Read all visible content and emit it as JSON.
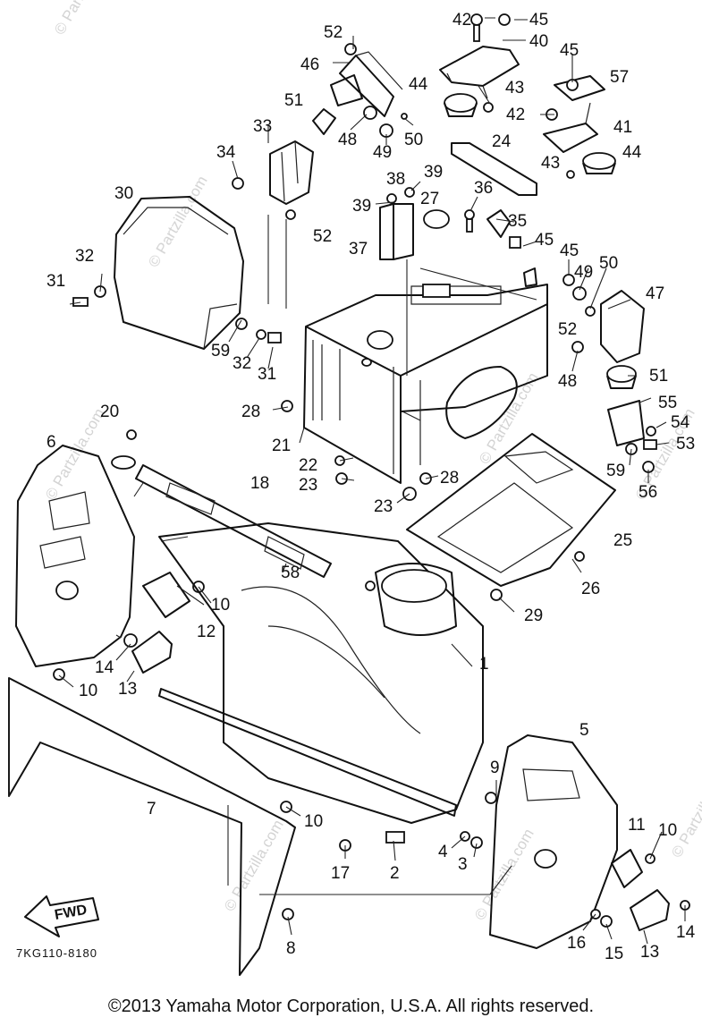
{
  "diagram": {
    "code": "7KG110-8180",
    "copyright": "©2013 Yamaha Motor Corporation, U.S.A. All rights reserved.",
    "watermark": "© Partzilla.com",
    "direction_label": "FWD",
    "callouts": [
      "52",
      "42",
      "45",
      "40",
      "46",
      "44",
      "43",
      "45",
      "57",
      "51",
      "48",
      "49",
      "50",
      "33",
      "24",
      "42",
      "41",
      "34",
      "43",
      "44",
      "39",
      "38",
      "39",
      "27",
      "36",
      "35",
      "30",
      "52",
      "37",
      "45",
      "45",
      "49",
      "50",
      "32",
      "47",
      "31",
      "52",
      "59",
      "32",
      "31",
      "48",
      "51",
      "28",
      "55",
      "20",
      "54",
      "21",
      "53",
      "6",
      "22",
      "28",
      "59",
      "23",
      "23",
      "56",
      "18",
      "58",
      "25",
      "10",
      "26",
      "12",
      "29",
      "14",
      "1",
      "13",
      "10",
      "5",
      "9",
      "7",
      "10",
      "11",
      "10",
      "4",
      "3",
      "17",
      "2",
      "8",
      "16",
      "15",
      "13",
      "14"
    ]
  }
}
